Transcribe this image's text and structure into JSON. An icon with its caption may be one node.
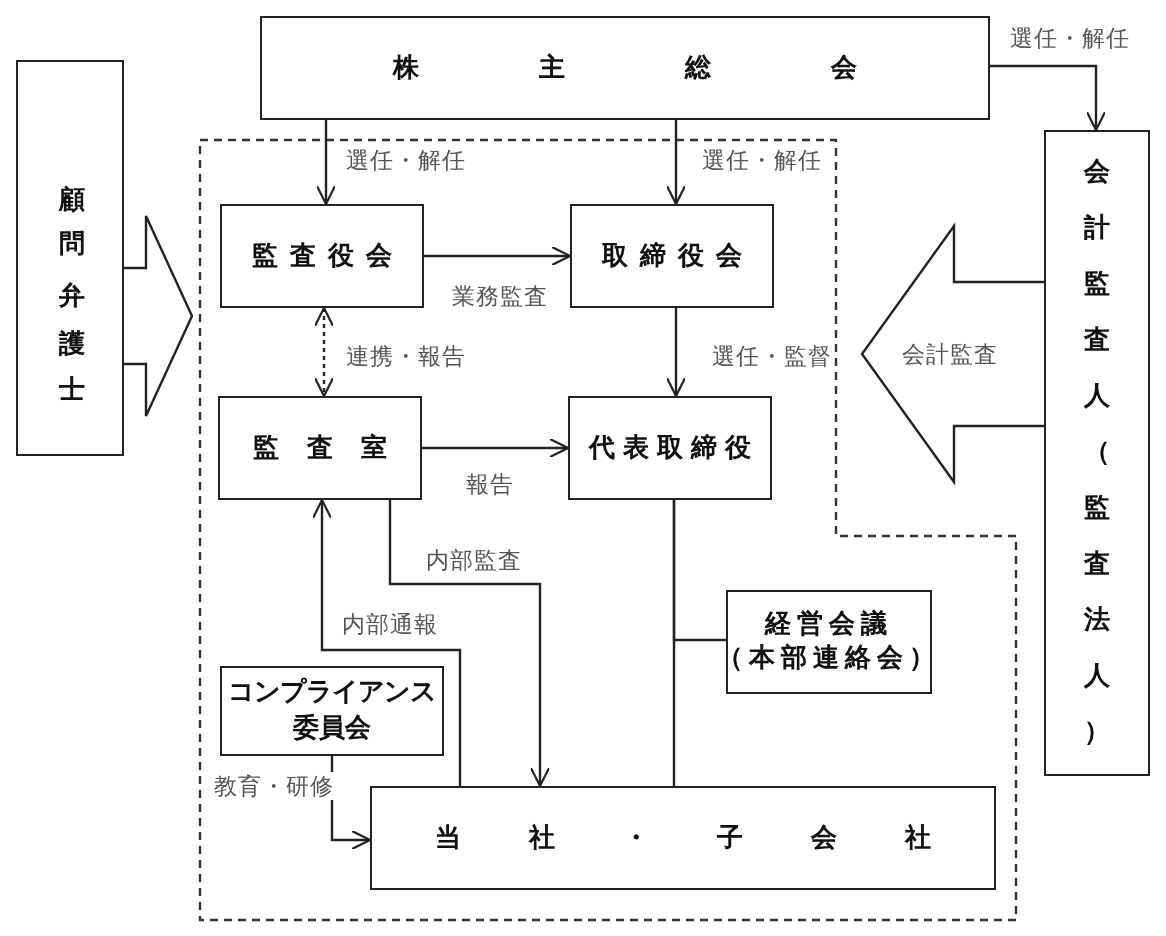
{
  "diagram": {
    "nodes": [
      {
        "text": [
          "株主総会"
        ]
      },
      {
        "text": [
          "顧問弁護士"
        ]
      },
      {
        "text": [
          "会計監査人（監査法人）"
        ]
      },
      {
        "text": [
          "監査役会"
        ]
      },
      {
        "text": [
          "取締役会"
        ]
      },
      {
        "text": [
          "監査室"
        ]
      },
      {
        "text": [
          "代表取締役"
        ]
      },
      {
        "text": [
          "経営会議（本部連絡会）"
        ]
      },
      {
        "text": [
          "コンプライアンス委員会"
        ]
      },
      {
        "text": [
          "当社・子会社"
        ]
      }
    ],
    "edges": [
      {
        "from": 0,
        "to": 3,
        "arrow": "to",
        "label": "選任・解任"
      },
      {
        "from": 0,
        "to": 4,
        "arrow": "to",
        "label": "選任・解任"
      },
      {
        "from": 0,
        "to": 2,
        "arrow": "to",
        "label": "選任・解任"
      },
      {
        "from": 3,
        "to": 4,
        "arrow": "to",
        "label": "業務監査"
      },
      {
        "from": 3,
        "to": 5,
        "arrow": "both",
        "label": "連携・報告",
        "style": "dashed"
      },
      {
        "from": 4,
        "to": 6,
        "arrow": "to",
        "label": "選任・監督"
      },
      {
        "from": 5,
        "to": 6,
        "arrow": "to",
        "label": "報告"
      },
      {
        "from": 5,
        "to": 9,
        "arrow": "to",
        "label": "内部監査"
      },
      {
        "from": 9,
        "to": 5,
        "arrow": "to",
        "label": "内部通報"
      },
      {
        "from": 8,
        "to": 9,
        "arrow": "to",
        "label": "教育・研修"
      },
      {
        "from": 6,
        "to": 9,
        "arrow": "none"
      },
      {
        "from": 6,
        "to": 7,
        "arrow": "none"
      },
      {
        "from": 1,
        "to": null,
        "arrow": "to"
      },
      {
        "from": 2,
        "to": null,
        "arrow": "to",
        "label": "会計監査"
      }
    ]
  }
}
